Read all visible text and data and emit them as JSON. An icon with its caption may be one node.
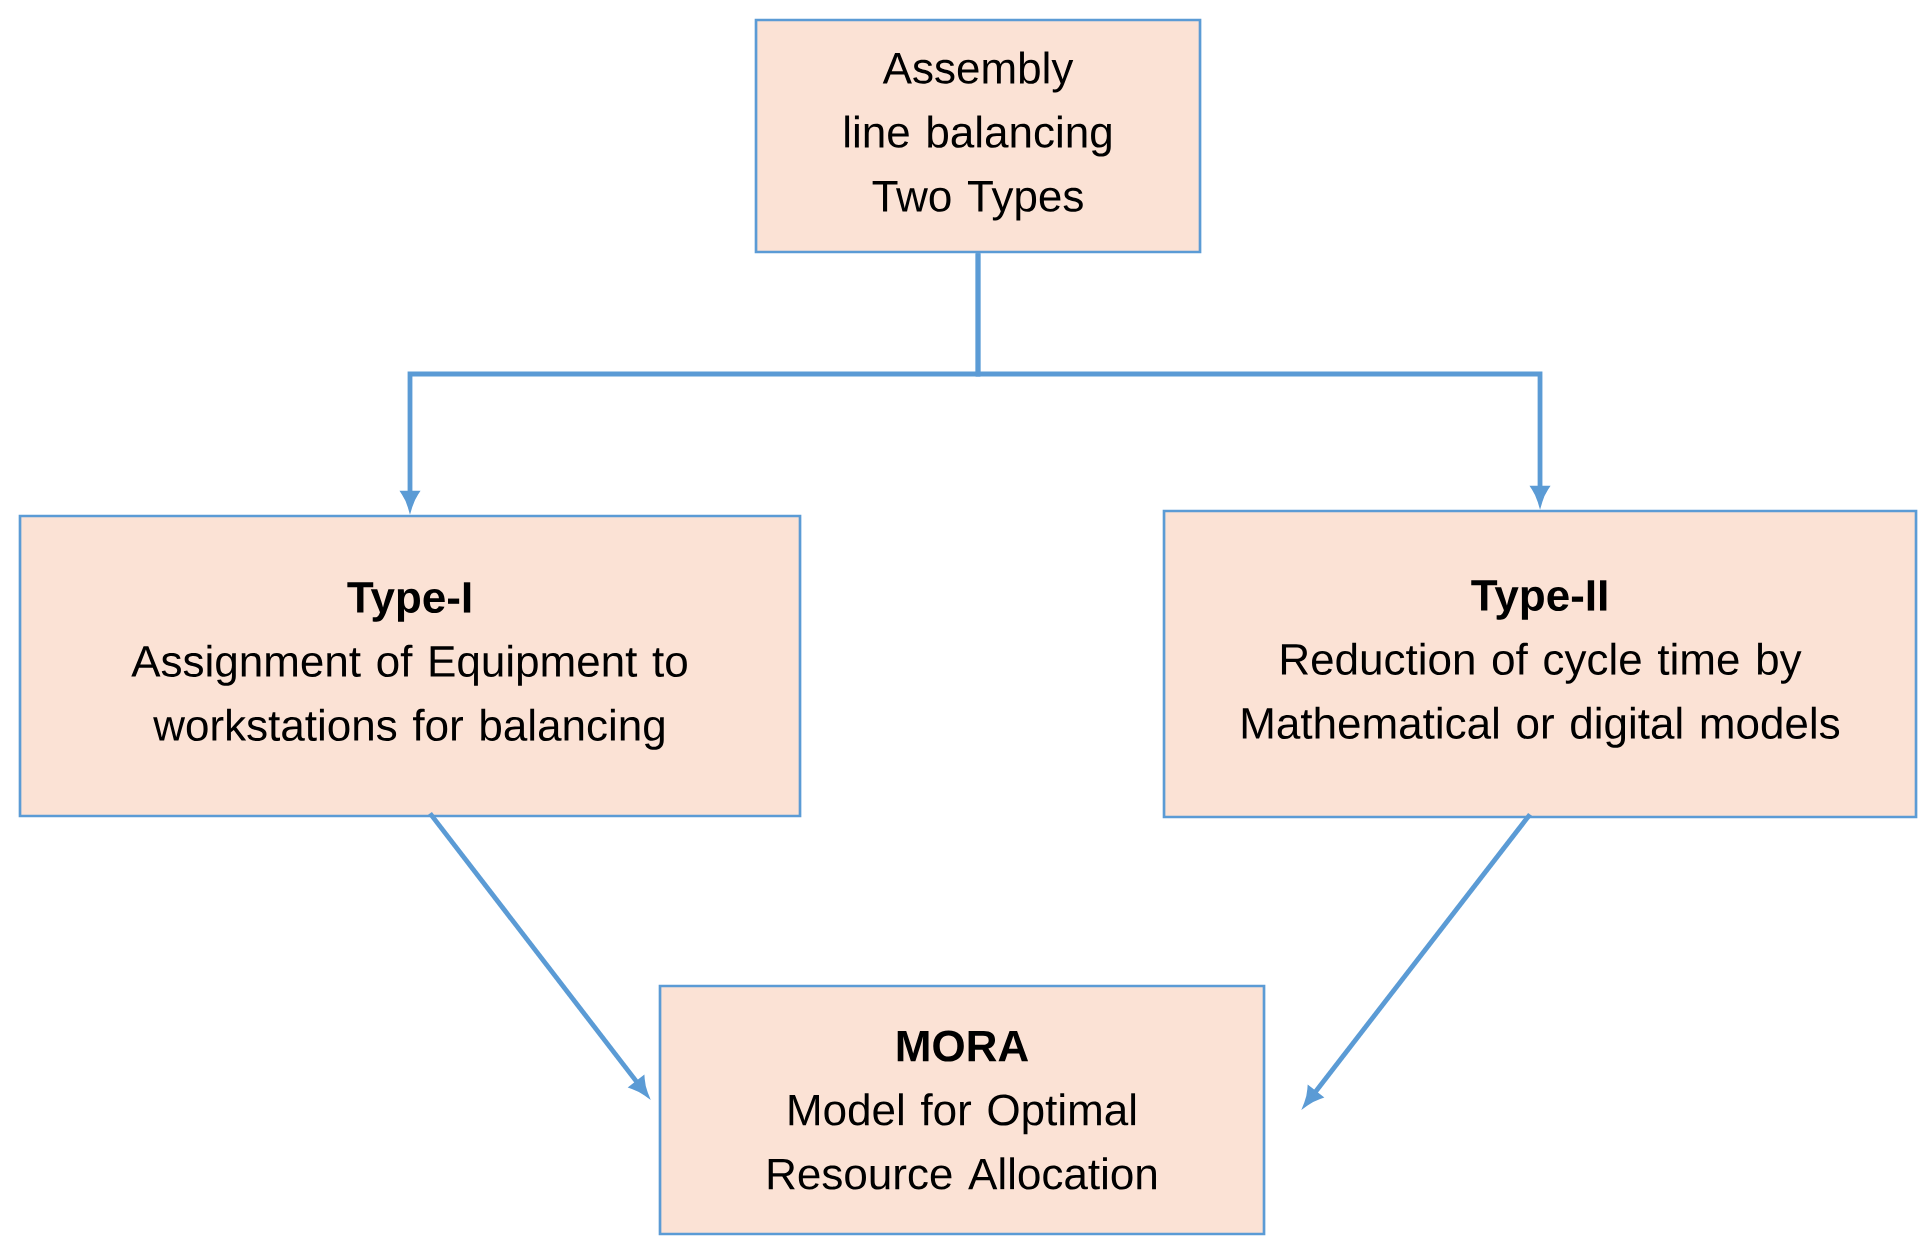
{
  "diagram": {
    "nodes": [
      {
        "text": [
          "Assembly line balancing",
          "Two Types"
        ]
      },
      {
        "text": [
          "Type-I",
          "Assignment of Equipment to workstations for balancing"
        ]
      },
      {
        "text": [
          "Type-II",
          "Reduction of cycle time by Mathematical or digital models"
        ]
      },
      {
        "text": [
          "MORA",
          "Model for Optimal Resource Allocation"
        ]
      }
    ],
    "edges": [
      {
        "from": 0,
        "to": 1,
        "arrow": "to"
      },
      {
        "from": 0,
        "to": 2,
        "arrow": "to"
      },
      {
        "from": 1,
        "to": 3,
        "arrow": "to"
      },
      {
        "from": 2,
        "to": 3,
        "arrow": "to"
      }
    ]
  }
}
